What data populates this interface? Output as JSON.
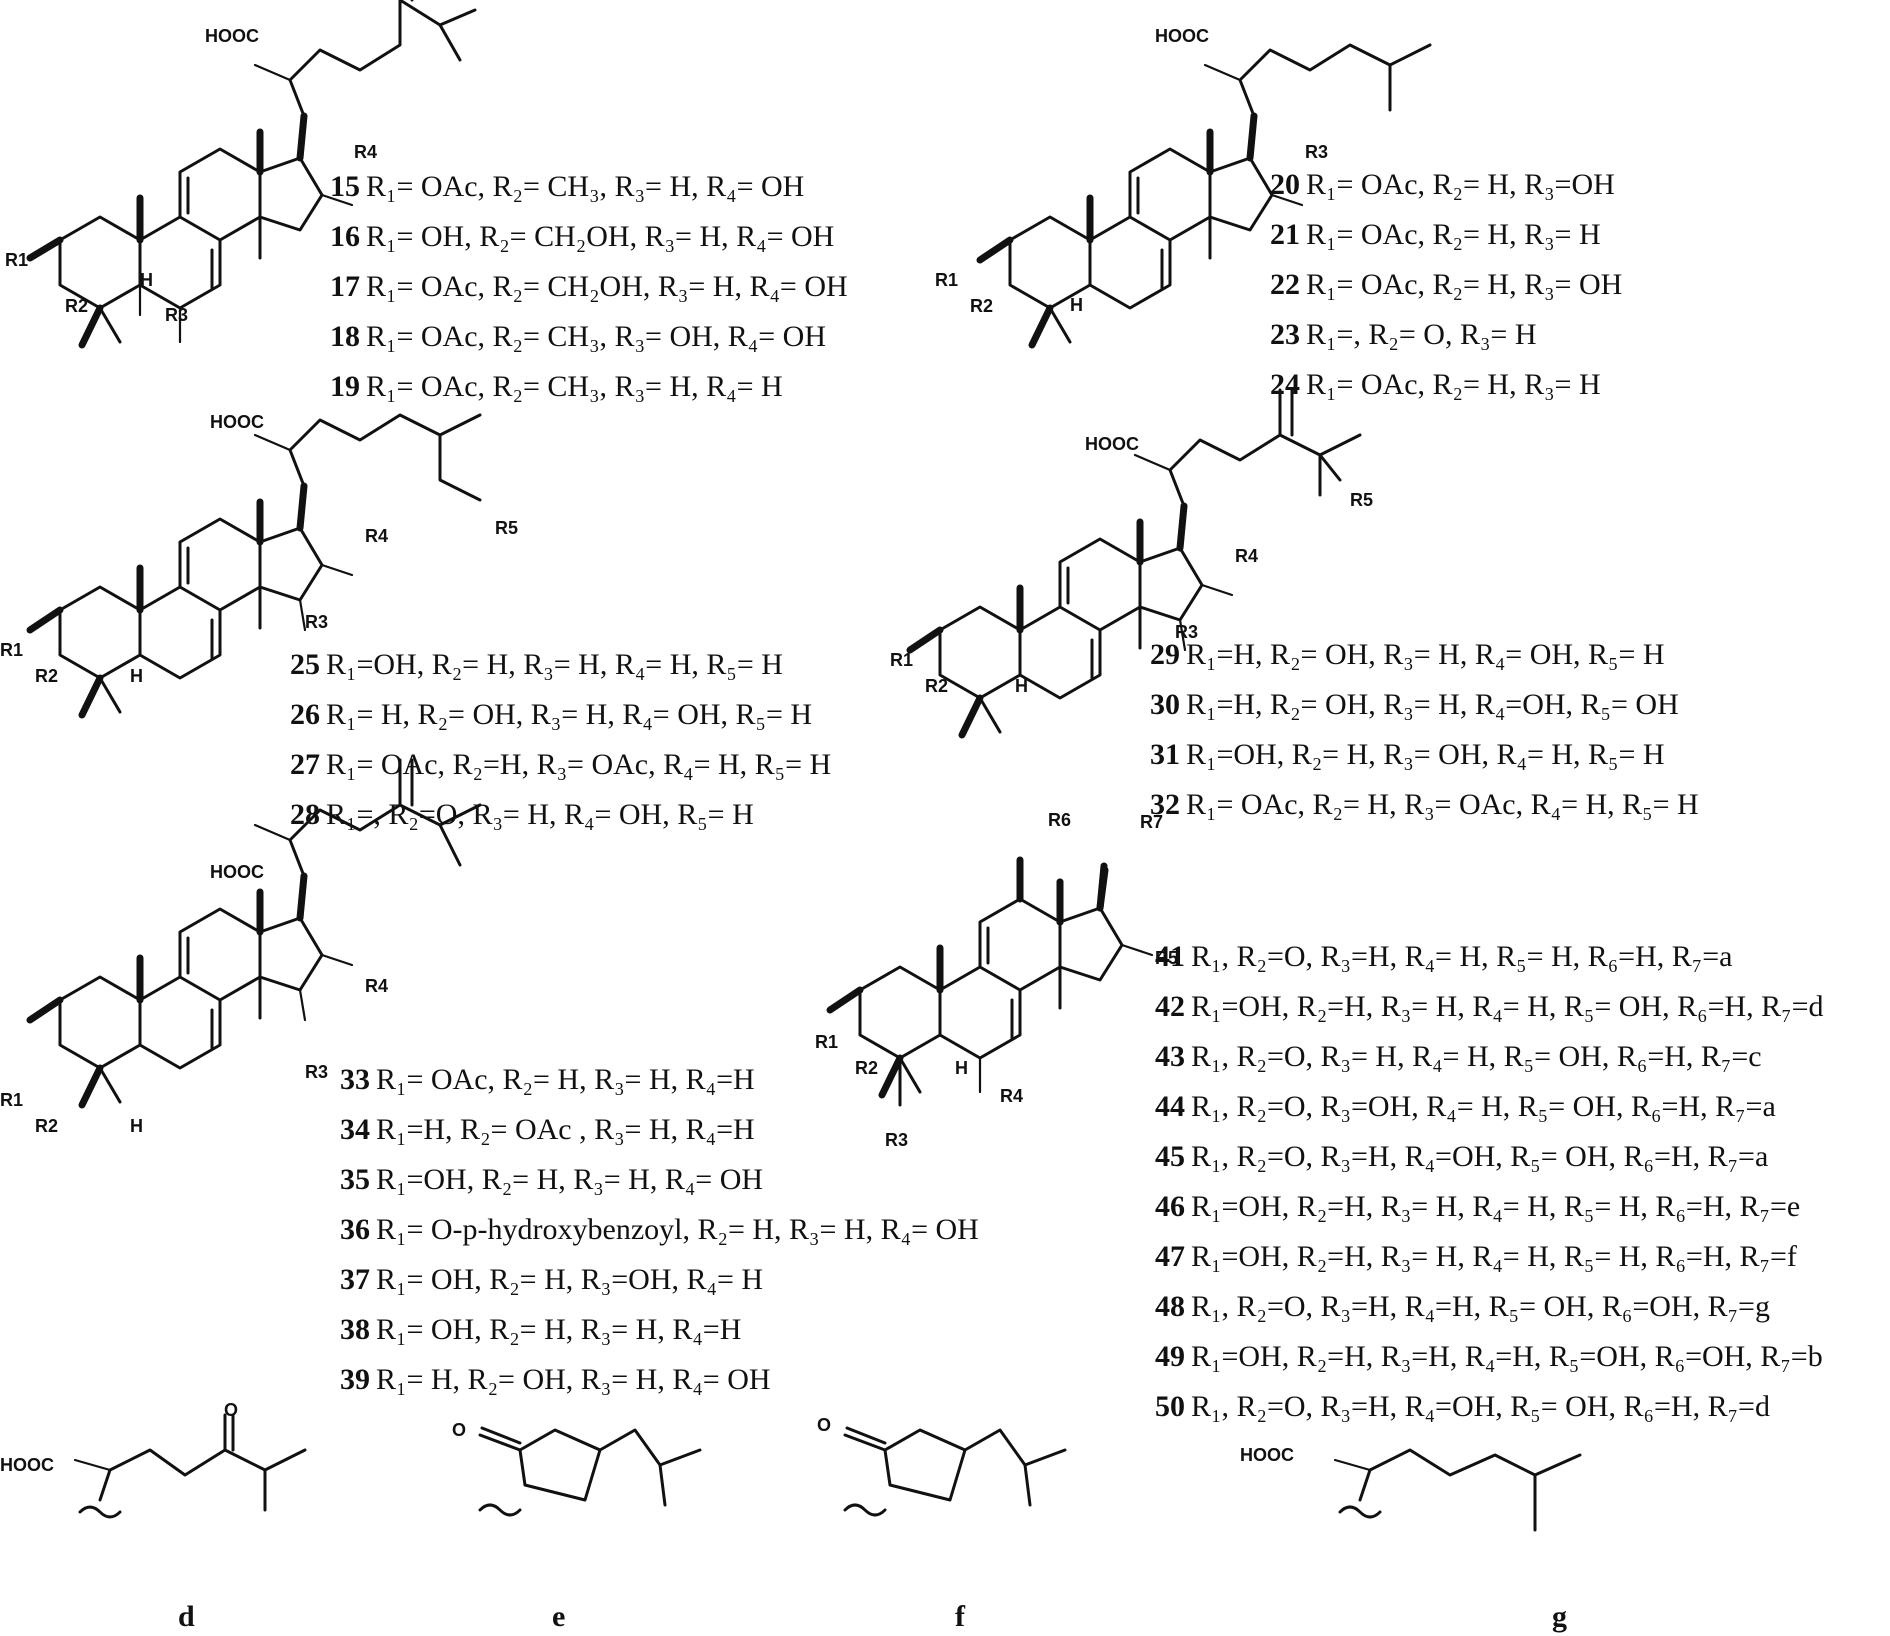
{
  "structure_labels": {
    "hooc": "HOOC",
    "h": "H",
    "o": "O",
    "r1": "R1",
    "r2": "R2",
    "r3": "R3",
    "r4": "R4",
    "r5": "R5",
    "r6": "R6",
    "r7": "R7"
  },
  "compounds": [
    {
      "num": "15",
      "text": "R₁= OAc, R₂= CH₃, R₃= H, R₄= OH"
    },
    {
      "num": "16",
      "text": "R₁= OH, R₂= CH₂OH, R₃= H, R₄= OH"
    },
    {
      "num": "17",
      "text": "R₁= OAc, R₂= CH₂OH, R₃= H, R₄= OH"
    },
    {
      "num": "18",
      "text": "R₁= OAc, R₂= CH₃, R₃= OH, R₄= OH"
    },
    {
      "num": "19",
      "text": "R₁= OAc, R₂= CH₃, R₃= H, R₄= H"
    },
    {
      "num": "20",
      "text": "R₁= OAc, R₂= H, R₃=OH"
    },
    {
      "num": "21",
      "text": "R₁= OAc, R₂= H, R₃= H"
    },
    {
      "num": "22",
      "text": "R₁= OAc, R₂= H, R₃= OH"
    },
    {
      "num": "23",
      "text": "R₁=, R₂= O, R₃= H"
    },
    {
      "num": "24",
      "text": "R₁= OAc, R₂= H, R₃= H"
    },
    {
      "num": "25",
      "text": "R₁=OH, R₂= H, R₃= H, R₄= H, R₅= H"
    },
    {
      "num": "26",
      "text": "R₁= H, R₂= OH, R₃= H, R₄= OH, R₅= H"
    },
    {
      "num": "27",
      "text": "R₁= OAc, R₂=H, R₃= OAc, R₄= H, R₅= H"
    },
    {
      "num": "28",
      "text": "R₁=, R₂=O, R₃= H, R₄= OH, R₅= H"
    },
    {
      "num": "29",
      "text": "R₁=H, R₂= OH, R₃= H, R₄= OH, R₅= H"
    },
    {
      "num": "30",
      "text": "R₁=H, R₂= OH, R₃= H, R₄=OH, R₅= OH"
    },
    {
      "num": "31",
      "text": "R₁=OH, R₂= H, R₃= OH, R₄= H, R₅= H"
    },
    {
      "num": "32",
      "text": "R₁= OAc, R₂= H, R₃= OAc, R₄= H, R₅= H"
    },
    {
      "num": "33",
      "text": "R₁= OAc, R₂= H, R₃= H, R₄=H"
    },
    {
      "num": "34",
      "text": "R₁=H, R₂= OAc , R₃= H, R₄=H"
    },
    {
      "num": "35",
      "text": "R₁=OH, R₂= H, R₃= H, R₄= OH"
    },
    {
      "num": "36",
      "text": "R₁= O-p-hydroxybenzoyl, R₂= H, R₃= H, R₄= OH"
    },
    {
      "num": "37",
      "text": "R₁= OH, R₂= H, R₃=OH, R₄= H"
    },
    {
      "num": "38",
      "text": "R₁= OH, R₂= H, R₃= H, R₄=H"
    },
    {
      "num": "39",
      "text": "R₁= H, R₂= OH, R₃= H, R₄= OH"
    },
    {
      "num": "41",
      "text": "R₁, R₂=O, R₃=H, R₄= H, R₅= H, R₆=H, R₇=a"
    },
    {
      "num": "42",
      "text": "R₁=OH, R₂=H, R₃= H, R₄= H, R₅= OH, R₆=H, R₇=d"
    },
    {
      "num": "43",
      "text": "R₁, R₂=O, R₃= H, R₄= H, R₅= OH, R₆=H, R₇=c"
    },
    {
      "num": "44",
      "text": "R₁, R₂=O, R₃=OH, R₄= H, R₅= OH, R₆=H, R₇=a"
    },
    {
      "num": "45",
      "text": "R₁, R₂=O, R₃=H, R₄=OH, R₅= OH, R₆=H, R₇=a"
    },
    {
      "num": "46",
      "text": "R₁=OH, R₂=H, R₃= H, R₄= H, R₅= H, R₆=H, R₇=e"
    },
    {
      "num": "47",
      "text": "R₁=OH, R₂=H, R₃= H, R₄= H, R₅= H, R₆=H, R₇=f"
    },
    {
      "num": "48",
      "text": "R₁, R₂=O, R₃=H, R₄=H, R₅= OH, R₆=OH, R₇=g"
    },
    {
      "num": "49",
      "text": "R₁=OH, R₂=H, R₃=H, R₄=H, R₅=OH, R₆=OH, R₇=b"
    },
    {
      "num": "50",
      "text": "R₁, R₂=O, R₃=H, R₄=OH, R₅= OH, R₆=H, R₇=d"
    }
  ],
  "side_chain_letters": [
    "d",
    "e",
    "f",
    "g"
  ]
}
